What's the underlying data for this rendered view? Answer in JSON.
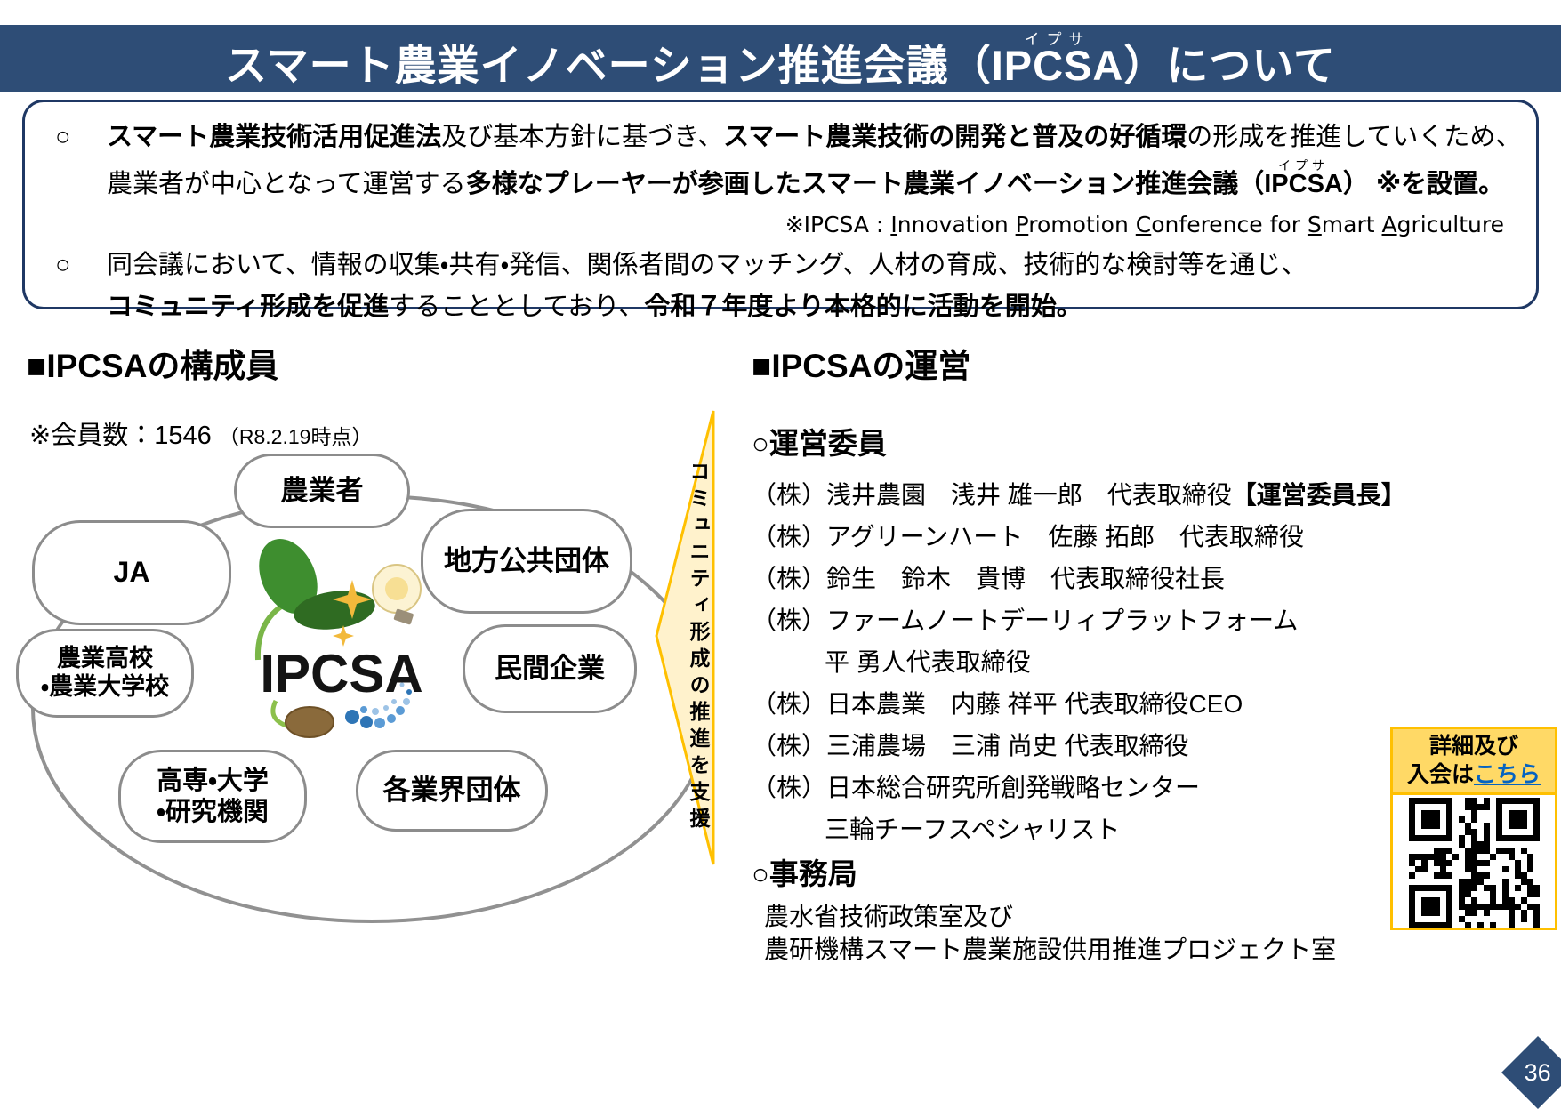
{
  "colors": {
    "header_bg": "#2E4D76",
    "box_border": "#1F3864",
    "node_border": "#8C8C8C",
    "circle_border": "#919191",
    "arrow_border": "#FFC000",
    "arrow_fill": "#FFF2CC",
    "qr_border": "#FFC000",
    "qr_header_bg": "#FFD966",
    "link": "#0563C1",
    "page_diamond": "#2E4D76"
  },
  "header": {
    "title_prefix": "スマート農業イノベーション推進会議（",
    "title_ipcsa": "IPCSA",
    "title_furigana": "イプサ",
    "title_suffix": "）について"
  },
  "summary": {
    "bullet_mark": "○",
    "b1l1_s1": "スマート農業技術活用促進法",
    "b1l1_s2": "及び基本方針に基づき、",
    "b1l1_s3": "スマート農業技術の開発と普及の好循環",
    "b1l1_s4": "の形成を推進していくため、",
    "b1l2_s1": "農業者が中心となって運営する",
    "b1l2_s2": "多様なプレーヤーが参画したスマート農業イノベーション推進会議（",
    "b1l2_ipcsa": "IPCSA",
    "b1l2_furigana": "イプサ",
    "b1l2_s3": "）",
    "b1l2_s4": "※を設置。",
    "note_s1": "※IPCSA : ",
    "note_u1": "I",
    "note_s2": "nnovation ",
    "note_u2": "P",
    "note_s3": "romotion ",
    "note_u3": "C",
    "note_s4": "onference for ",
    "note_u4": "S",
    "note_s5": "mart ",
    "note_u5": "A",
    "note_s6": "griculture",
    "b2l1": "同会議において、情報の収集・共有・発信、関係者間のマッチング、人材の育成、技術的な検討等を通じ、",
    "b2l2_s1": "コミュニティ形成を促進",
    "b2l2_s2": "することとしており、",
    "b2l2_s3": "令和７年度より本格的に活動を開始。"
  },
  "members": {
    "heading": "■IPCSAの構成員",
    "count": "※会員数：1546",
    "count_date": "（R8.2.19時点）",
    "logo_text": "IPCSA",
    "node_farmer": "農業者",
    "node_ja": "JA",
    "node_local_gov": "地方公共団体",
    "node_ag_school_l1": "農業高校",
    "node_ag_school_l2": "・農業大学校",
    "node_private": "民間企業",
    "node_college_l1": "高専・大学",
    "node_college_l2": "・研究機関",
    "node_industry": "各業界団体"
  },
  "support_arrow": {
    "label": "コミュニティ形成の推進を支援"
  },
  "management": {
    "heading": "■IPCSAの運営",
    "committee_heading": "○運営委員",
    "committee": [
      {
        "main": "（株）浅井農園　浅井 雄一郎　代表取締役",
        "tag": "【運営委員長】"
      },
      {
        "main": "（株）アグリーンハート　佐藤 拓郎　代表取締役"
      },
      {
        "main": "（株）鈴生　鈴木　貴博　代表取締役社長"
      },
      {
        "main": "（株）ファームノートデーリィプラットフォーム",
        "sub": "平 勇人代表取締役"
      },
      {
        "main": "（株）日本農業　内藤 祥平 代表取締役CEO"
      },
      {
        "main": "（株）三浦農場　三浦 尚史 代表取締役"
      },
      {
        "main": "（株）日本総合研究所創発戦略センター",
        "sub": "三輪チーフスペシャリスト"
      }
    ],
    "secretariat_heading": "○事務局",
    "secretariat_l1": "農水省技術政策室及び",
    "secretariat_l2": "農研機構スマート農業施設供用推進プロジェクト室"
  },
  "qr": {
    "line1": "詳細及び",
    "line2_prefix": "入会は",
    "line2_link": "こちら"
  },
  "page": {
    "number": "36"
  }
}
